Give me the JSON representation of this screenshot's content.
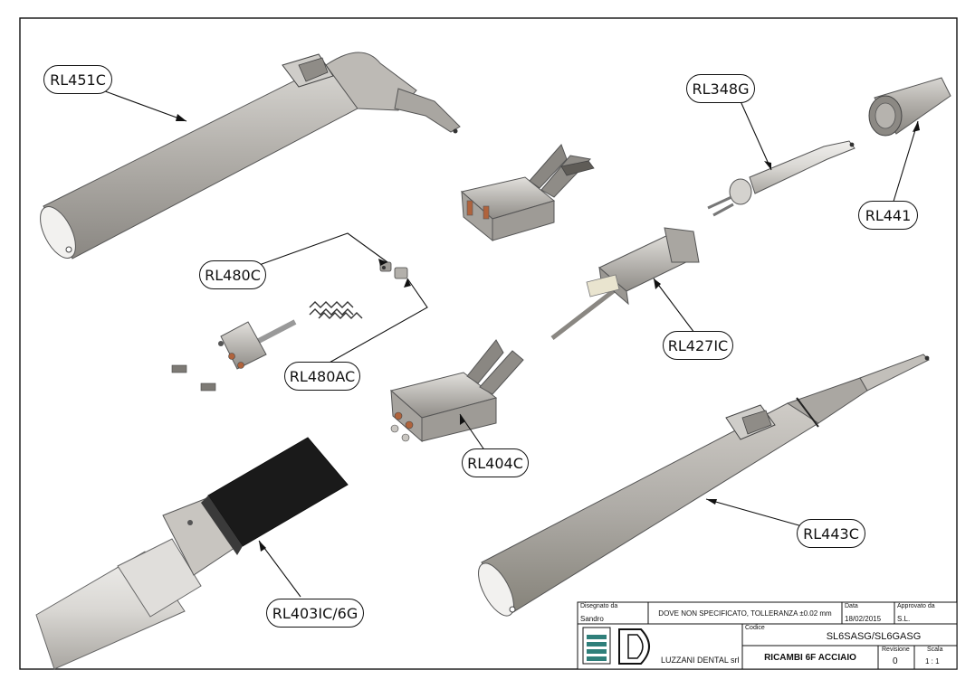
{
  "callouts": {
    "rl451c": "RL451C",
    "rl348g": "RL348G",
    "rl441": "RL441",
    "rl480c": "RL480C",
    "rl480ac": "RL480AC",
    "rl427ic": "RL427IC",
    "rl404c": "RL404C",
    "rl443c": "RL443C",
    "rl403ic6g": "RL403IC/6G"
  },
  "title_block": {
    "drawn_by_label": "Disegnato da",
    "drawn_by": "Sandro",
    "tolerance_note": "DOVE NON SPECIFICATO, TOLLERANZA ±0.02 mm",
    "date_label": "Data",
    "date": "18/02/2015",
    "approved_label": "Approvato da",
    "approved_by": "S.L.",
    "code_label": "Codice",
    "code": "SL6SASG/SL6GASG",
    "company": "LUZZANI DENTAL srl",
    "description": "RICAMBI 6F ACCIAIO",
    "revision_label": "Revisione",
    "revision": "0",
    "scale_label": "Scala",
    "scale": "1 : 1"
  },
  "colors": {
    "steel": "#b9b7b3",
    "steel_dark": "#8e8b86",
    "steel_light": "#dcdad6",
    "grip_black": "#1a1a1a",
    "copper": "#b0633c",
    "logo_teal": "#2f7f7a"
  }
}
